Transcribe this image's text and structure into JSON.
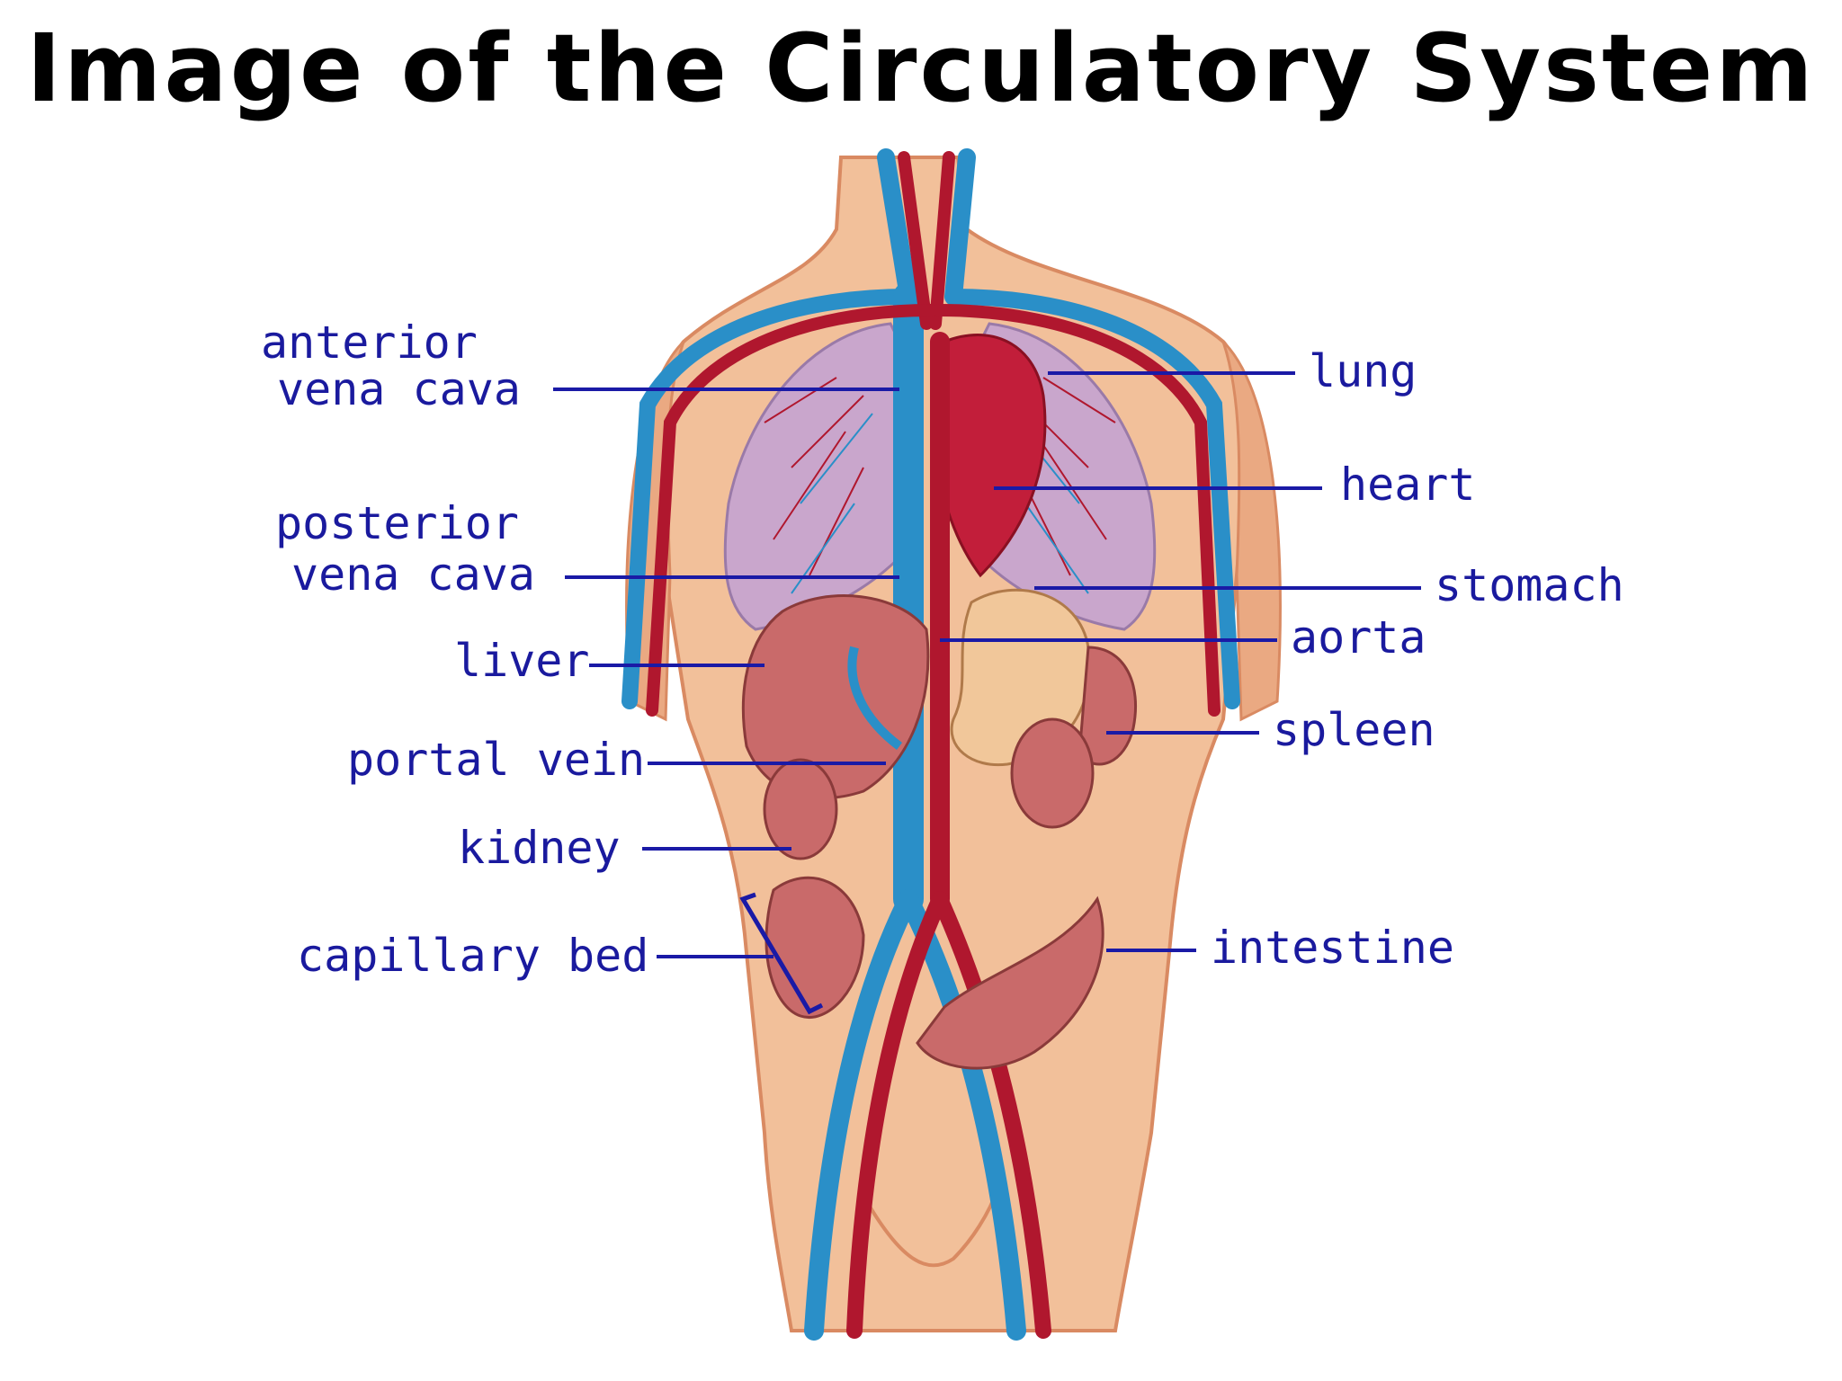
{
  "title": "Image of the Circulatory System",
  "colors": {
    "skin": "#f2c09a",
    "skin_shade": "#d98a62",
    "artery": "#b0172e",
    "vein": "#2a8fc8",
    "lung": "#c9a6cc",
    "organ": "#c96a6a",
    "label": "#1a1a9e"
  },
  "labels": {
    "anterior_vena_cava_1": "anterior",
    "anterior_vena_cava_2": "vena cava",
    "posterior_vena_cava_1": "posterior",
    "posterior_vena_cava_2": "vena cava",
    "liver": "liver",
    "portal_vein": "portal vein",
    "kidney": "kidney",
    "capillary_bed": "capillary bed",
    "lung": "lung",
    "heart": "heart",
    "stomach": "stomach",
    "aorta": "aorta",
    "spleen": "spleen",
    "intestine": "intestine"
  }
}
